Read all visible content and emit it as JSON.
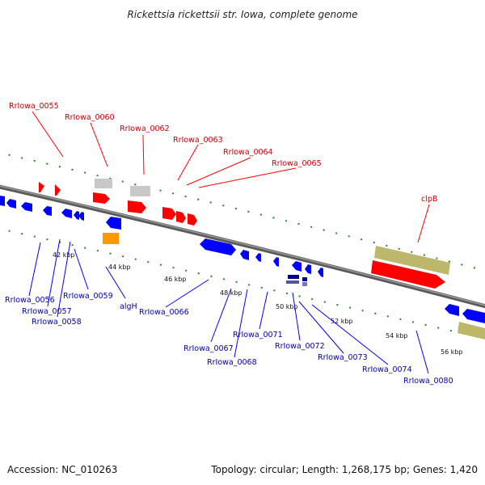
{
  "title": "Rickettsia rickettsii str. Iowa, complete genome",
  "footer": {
    "accession": "Accession: NC_010263",
    "summary": "Topology: circular; Length: 1,268,175 bp; Genes: 1,420"
  },
  "scale_labels": [
    "42 kbp",
    "44 kbp",
    "46 kbp",
    "48 kbp",
    "50 kbp",
    "52 kbp",
    "54 kbp",
    "56 kbp"
  ],
  "colors": {
    "forward": "#ff0000",
    "reverse": "#0000ff",
    "pseudogene": "#c8c8c8",
    "rna": "#ff9900",
    "other": "#bdb76b",
    "backbone": "#808080",
    "ticks": "#228b22",
    "forward_label": "#cc0000",
    "reverse_label": "#0000aa"
  },
  "forward_labels": [
    "RrIowa_0055",
    "RrIowa_0060",
    "RrIowa_0062",
    "RrIowa_0063",
    "RrIowa_0064",
    "RrIowa_0065",
    "clpB"
  ],
  "reverse_labels": [
    "RrIowa_0056",
    "RrIowa_0057",
    "RrIowa_0058",
    "RrIowa_0059",
    "algH",
    "RrIowa_0066",
    "RrIowa_0067",
    "RrIowa_0068",
    "RrIowa_0071",
    "RrIowa_0072",
    "RrIowa_0073",
    "RrIowa_0074",
    "RrIowa_0080"
  ]
}
